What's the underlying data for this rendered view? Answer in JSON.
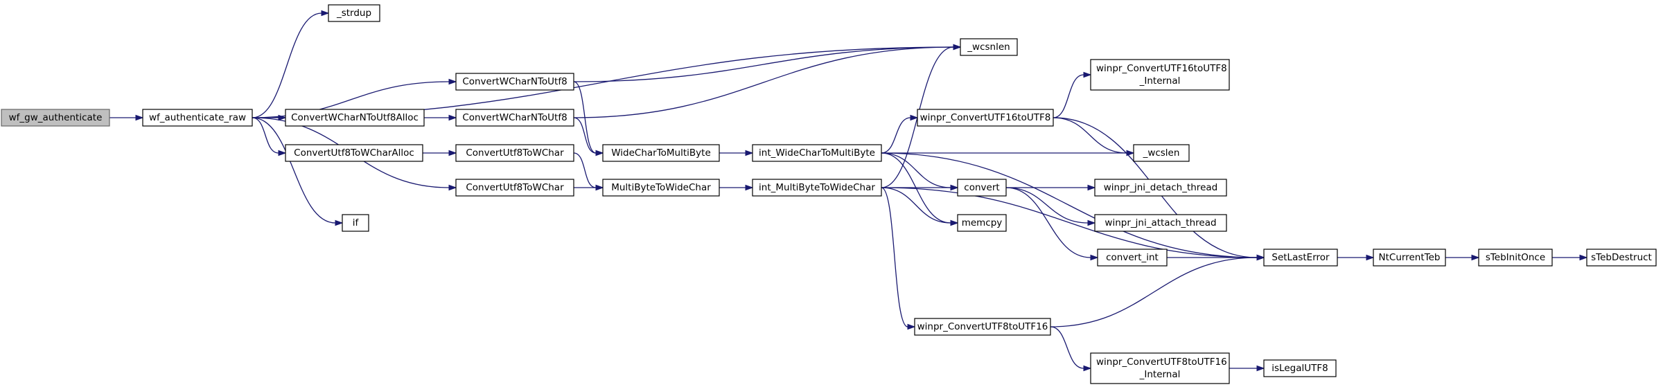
{
  "diagram": {
    "nodes": [
      {
        "id": "wf_gw_authenticate",
        "lines": [
          "wf_gw_authenticate"
        ],
        "root": true
      },
      {
        "id": "wf_authenticate_raw",
        "lines": [
          "wf_authenticate_raw"
        ]
      },
      {
        "id": "_strdup",
        "lines": [
          "_strdup"
        ]
      },
      {
        "id": "_wcsnlen",
        "lines": [
          "_wcsnlen"
        ]
      },
      {
        "id": "ConvertWCharNToUtf8_a",
        "lines": [
          "ConvertWCharNToUtf8"
        ]
      },
      {
        "id": "ConvertWCharNToUtf8Alloc",
        "lines": [
          "ConvertWCharNToUtf8Alloc"
        ]
      },
      {
        "id": "ConvertWCharNToUtf8_b",
        "lines": [
          "ConvertWCharNToUtf8"
        ]
      },
      {
        "id": "ConvertUtf8ToWCharAlloc",
        "lines": [
          "ConvertUtf8ToWCharAlloc"
        ]
      },
      {
        "id": "ConvertUtf8ToWChar_a",
        "lines": [
          "ConvertUtf8ToWChar"
        ]
      },
      {
        "id": "ConvertUtf8ToWChar_b",
        "lines": [
          "ConvertUtf8ToWChar"
        ]
      },
      {
        "id": "if",
        "lines": [
          "if"
        ]
      },
      {
        "id": "WideCharToMultiByte",
        "lines": [
          "WideCharToMultiByte"
        ]
      },
      {
        "id": "MultiByteToWideChar",
        "lines": [
          "MultiByteToWideChar"
        ]
      },
      {
        "id": "int_WideCharToMultiByte",
        "lines": [
          "int_WideCharToMultiByte"
        ]
      },
      {
        "id": "int_MultiByteToWideChar",
        "lines": [
          "int_MultiByteToWideChar"
        ]
      },
      {
        "id": "winpr_ConvertUTF16toUTF8",
        "lines": [
          "winpr_ConvertUTF16toUTF8"
        ]
      },
      {
        "id": "winpr_ConvertUTF16toUTF8_Internal",
        "lines": [
          "winpr_ConvertUTF16toUTF8",
          "_Internal"
        ]
      },
      {
        "id": "_wcslen",
        "lines": [
          "_wcslen"
        ]
      },
      {
        "id": "convert",
        "lines": [
          "convert"
        ]
      },
      {
        "id": "memcpy",
        "lines": [
          "memcpy"
        ]
      },
      {
        "id": "winpr_jni_detach_thread",
        "lines": [
          "winpr_jni_detach_thread"
        ]
      },
      {
        "id": "winpr_jni_attach_thread",
        "lines": [
          "winpr_jni_attach_thread"
        ]
      },
      {
        "id": "convert_int",
        "lines": [
          "convert_int"
        ]
      },
      {
        "id": "SetLastError",
        "lines": [
          "SetLastError"
        ]
      },
      {
        "id": "NtCurrentTeb",
        "lines": [
          "NtCurrentTeb"
        ]
      },
      {
        "id": "sTebInitOnce",
        "lines": [
          "sTebInitOnce"
        ]
      },
      {
        "id": "sTebDestruct",
        "lines": [
          "sTebDestruct"
        ]
      },
      {
        "id": "winpr_ConvertUTF8toUTF16",
        "lines": [
          "winpr_ConvertUTF8toUTF16"
        ]
      },
      {
        "id": "winpr_ConvertUTF8toUTF16_Internal",
        "lines": [
          "winpr_ConvertUTF8toUTF16",
          "_Internal"
        ]
      },
      {
        "id": "isLegalUTF8",
        "lines": [
          "isLegalUTF8"
        ]
      }
    ],
    "edges": [
      [
        "wf_gw_authenticate",
        "wf_authenticate_raw"
      ],
      [
        "wf_authenticate_raw",
        "_strdup"
      ],
      [
        "wf_authenticate_raw",
        "_wcsnlen"
      ],
      [
        "wf_authenticate_raw",
        "ConvertWCharNToUtf8_a"
      ],
      [
        "wf_authenticate_raw",
        "ConvertWCharNToUtf8Alloc"
      ],
      [
        "wf_authenticate_raw",
        "ConvertUtf8ToWCharAlloc"
      ],
      [
        "wf_authenticate_raw",
        "ConvertUtf8ToWChar_b"
      ],
      [
        "wf_authenticate_raw",
        "if"
      ],
      [
        "ConvertWCharNToUtf8_a",
        "_wcsnlen"
      ],
      [
        "ConvertWCharNToUtf8_a",
        "WideCharToMultiByte"
      ],
      [
        "ConvertWCharNToUtf8Alloc",
        "ConvertWCharNToUtf8_b"
      ],
      [
        "ConvertWCharNToUtf8_b",
        "_wcsnlen"
      ],
      [
        "ConvertWCharNToUtf8_b",
        "WideCharToMultiByte"
      ],
      [
        "ConvertUtf8ToWCharAlloc",
        "ConvertUtf8ToWChar_a"
      ],
      [
        "ConvertUtf8ToWChar_a",
        "MultiByteToWideChar"
      ],
      [
        "ConvertUtf8ToWChar_b",
        "MultiByteToWideChar"
      ],
      [
        "WideCharToMultiByte",
        "int_WideCharToMultiByte"
      ],
      [
        "MultiByteToWideChar",
        "int_MultiByteToWideChar"
      ],
      [
        "int_WideCharToMultiByte",
        "SetLastError"
      ],
      [
        "int_WideCharToMultiByte",
        "winpr_ConvertUTF16toUTF8"
      ],
      [
        "int_WideCharToMultiByte",
        "_wcslen"
      ],
      [
        "int_WideCharToMultiByte",
        "convert"
      ],
      [
        "int_WideCharToMultiByte",
        "memcpy"
      ],
      [
        "int_MultiByteToWideChar",
        "_wcsnlen"
      ],
      [
        "int_MultiByteToWideChar",
        "convert"
      ],
      [
        "int_MultiByteToWideChar",
        "memcpy"
      ],
      [
        "int_MultiByteToWideChar",
        "SetLastError"
      ],
      [
        "int_MultiByteToWideChar",
        "winpr_ConvertUTF8toUTF16"
      ],
      [
        "winpr_ConvertUTF16toUTF8",
        "winpr_ConvertUTF16toUTF8_Internal"
      ],
      [
        "winpr_ConvertUTF16toUTF8",
        "_wcslen"
      ],
      [
        "winpr_ConvertUTF16toUTF8",
        "SetLastError"
      ],
      [
        "convert",
        "winpr_jni_detach_thread"
      ],
      [
        "convert",
        "winpr_jni_attach_thread"
      ],
      [
        "convert",
        "convert_int"
      ],
      [
        "convert_int",
        "SetLastError"
      ],
      [
        "SetLastError",
        "NtCurrentTeb"
      ],
      [
        "NtCurrentTeb",
        "sTebInitOnce"
      ],
      [
        "sTebInitOnce",
        "sTebDestruct"
      ],
      [
        "winpr_ConvertUTF8toUTF16",
        "SetLastError"
      ],
      [
        "winpr_ConvertUTF8toUTF16",
        "winpr_ConvertUTF8toUTF16_Internal"
      ],
      [
        "winpr_ConvertUTF8toUTF16_Internal",
        "isLegalUTF8"
      ]
    ],
    "colors": {
      "edge": "#191970",
      "node_border": "#000000",
      "root_fill": "#bfbfbf",
      "root_border": "#666666"
    }
  }
}
